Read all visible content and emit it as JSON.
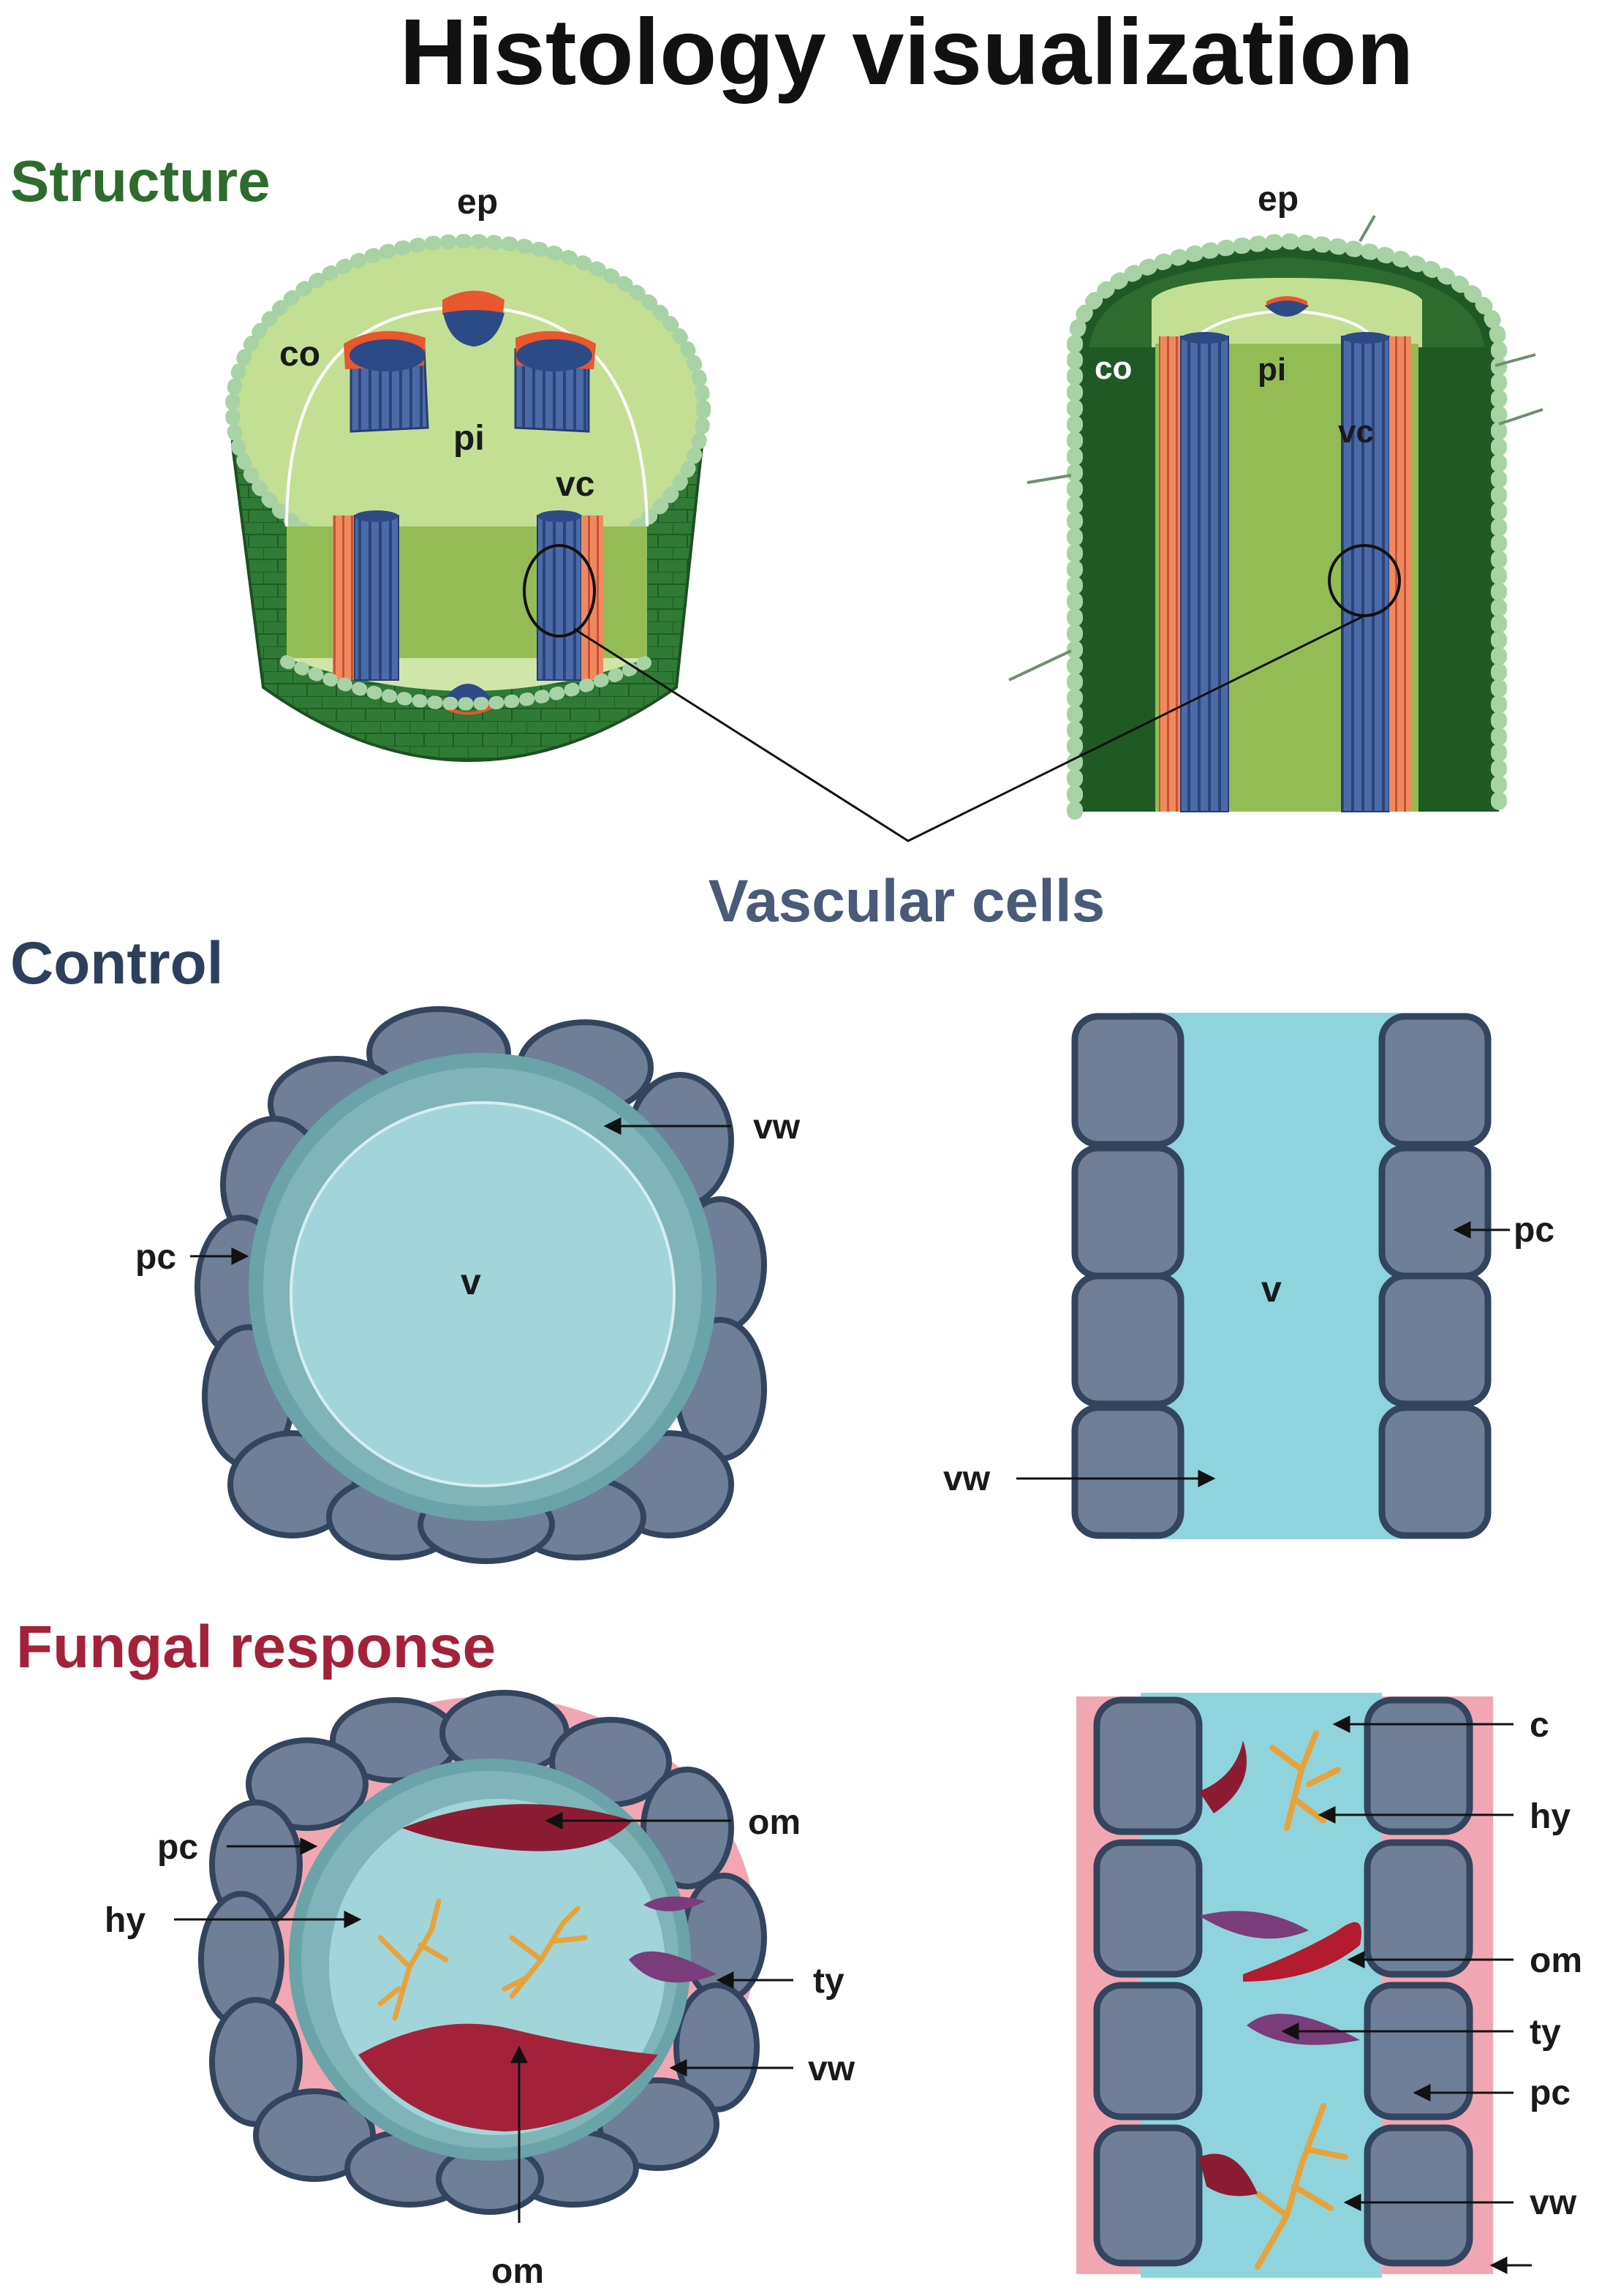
{
  "title": "Histology visualization",
  "sections": {
    "structure": "Structure",
    "vascular": "Vascular cells",
    "control": "Control",
    "fungal": "Fungal response"
  },
  "colors": {
    "structure_heading": "#2e6b2e",
    "vascular_heading": "#4a5a78",
    "control_heading": "#2e3f5c",
    "fungal_heading": "#a3223a"
  },
  "labels": {
    "ep": "ep",
    "co": "co",
    "pi": "pi",
    "vc": "vc",
    "v": "v",
    "vw": "vw",
    "pc": "pc",
    "om": "om",
    "hy": "hy",
    "ty": "ty",
    "c": "c"
  }
}
